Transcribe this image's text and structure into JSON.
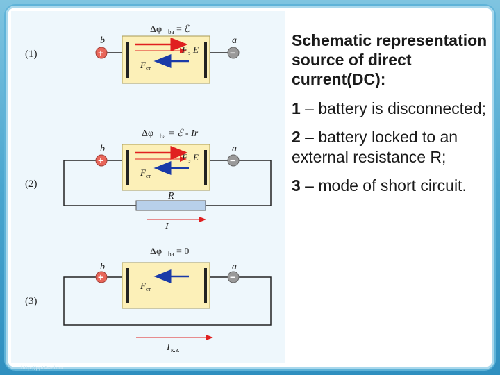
{
  "diagram": {
    "labels": {
      "num1": "(1)",
      "num2": "(2)",
      "num3": "(3)",
      "b": "b",
      "a": "a",
      "plus": "+",
      "minus": "−",
      "delta_phi": "Δφ",
      "phi_sub": "ba",
      "eq1_rhs": "= ℰ",
      "eq2_rhs": "= ℰ - Ir",
      "eq3_rhs": "=  0",
      "f_ext": "F",
      "f_ext_sub": "ст",
      "f_el": "F",
      "f_el_sub": "э",
      "e_vec": "E",
      "resistor": "R",
      "current": "I",
      "short_current": "I",
      "short_current_sub": "к.з."
    },
    "colors": {
      "battery_fill": "#fcf0b8",
      "battery_border": "#a89a55",
      "plus_terminal": "#e8665a",
      "minus_terminal": "#9a9a9a",
      "red_arrow": "#e02020",
      "blue_arrow": "#1a3aa8",
      "resistor_fill": "#b8d0ea",
      "wire": "#222222"
    }
  },
  "text": {
    "heading": "Schematic representation source of direct current(DC):",
    "item1_num": "1",
    "item1_text": " –  battery is disconnected;",
    "item2_num": "2",
    "item2_text": " –  battery locked to an external resistance R;",
    "item3_num": "3",
    "item3_text": " –  mode of short circuit."
  },
  "footer": "http://ppt4web.ru"
}
